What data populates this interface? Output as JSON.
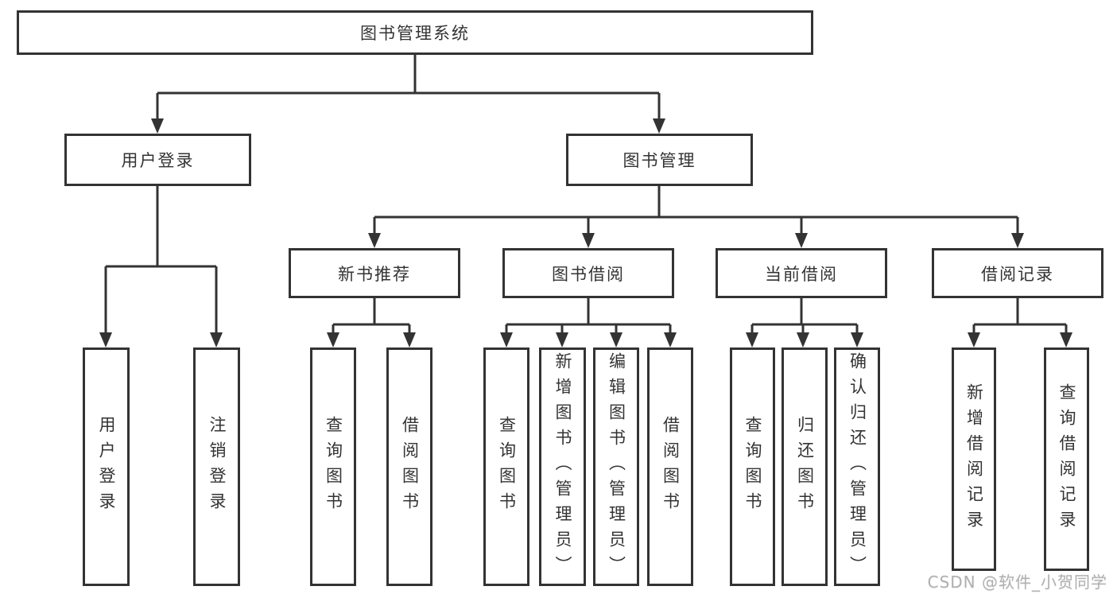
{
  "diagram": {
    "title": "图书管理系统",
    "root": {
      "label": "图书管理系统"
    },
    "level2": [
      {
        "label": "用户登录"
      },
      {
        "label": "图书管理"
      }
    ],
    "level3": [
      {
        "label": "新书推荐",
        "parent": "图书管理"
      },
      {
        "label": "图书借阅",
        "parent": "图书管理"
      },
      {
        "label": "当前借阅",
        "parent": "图书管理"
      },
      {
        "label": "借阅记录",
        "parent": "图书管理"
      }
    ],
    "leaves": [
      {
        "label": "用户登录",
        "parent": "用户登录"
      },
      {
        "label": "注销登录",
        "parent": "用户登录"
      },
      {
        "label": "查询图书",
        "parent": "新书推荐"
      },
      {
        "label": "借阅图书",
        "parent": "新书推荐"
      },
      {
        "label": "查询图书",
        "parent": "图书借阅"
      },
      {
        "label": "新增图书（管理员）",
        "parent": "图书借阅"
      },
      {
        "label": "编辑图书（管理员）",
        "parent": "图书借阅"
      },
      {
        "label": "借阅图书",
        "parent": "图书借阅"
      },
      {
        "label": "查询图书",
        "parent": "当前借阅"
      },
      {
        "label": "归还图书",
        "parent": "当前借阅"
      },
      {
        "label": "确认归还（管理员）",
        "parent": "当前借阅"
      },
      {
        "label": "新增借阅记录",
        "parent": "借阅记录"
      },
      {
        "label": "查询借阅记录",
        "parent": "借阅记录"
      }
    ]
  },
  "watermark": {
    "text": "CSDN @软件_小贺同学"
  },
  "colors": {
    "line": "#333333",
    "box_border": "#333333",
    "text": "#333333",
    "watermark": "#b0b0b0",
    "background": "#ffffff"
  }
}
